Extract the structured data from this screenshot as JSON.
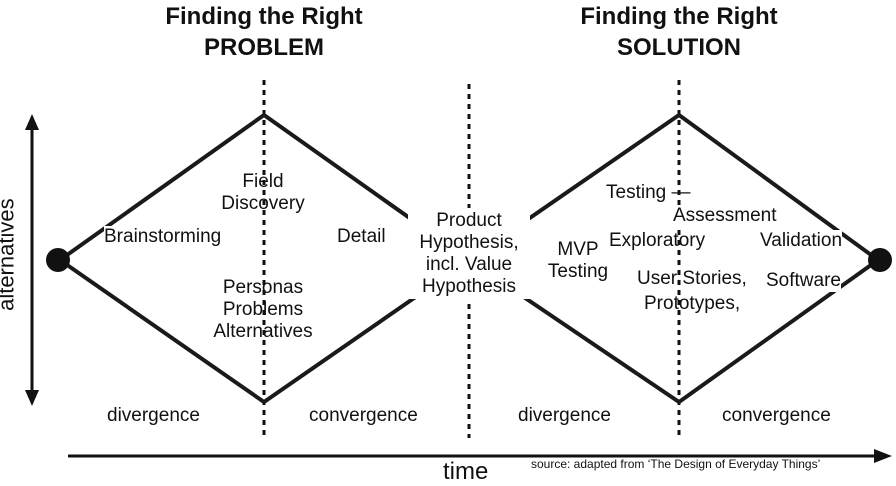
{
  "titles": {
    "problem_line1": "Finding the Right",
    "problem_line2": "PROBLEM",
    "solution_line1": "Finding the Right",
    "solution_line2": "SOLUTION"
  },
  "axes": {
    "y_label": "alternatives",
    "x_label": "time",
    "source": "source: adapted from ‘The Design of Everyday Things’"
  },
  "phases": {
    "p1_divergence": "divergence",
    "p1_convergence": "convergence",
    "p2_divergence": "divergence",
    "p2_convergence": "convergence"
  },
  "problem_diamond": {
    "brainstorming": "Brainstorming",
    "field_discovery_1": "Field",
    "field_discovery_2": "Discovery",
    "detail": "Detail",
    "personas": "Personas",
    "problems": "Problems",
    "alternatives": "Alternatives"
  },
  "middle": {
    "line1": "Product",
    "line2": "Hypothesis,",
    "line3": "incl. Value",
    "line4": "Hypothesis"
  },
  "solution_diamond": {
    "mvp": "MVP",
    "testing": "Testing",
    "testing_dash": "Testing —",
    "assessment": "Assessment",
    "exploratory": "Exploratory",
    "validation": "Validation",
    "user_stories": "User Stories,",
    "prototypes": "Prototypes,",
    "software": "Software"
  }
}
